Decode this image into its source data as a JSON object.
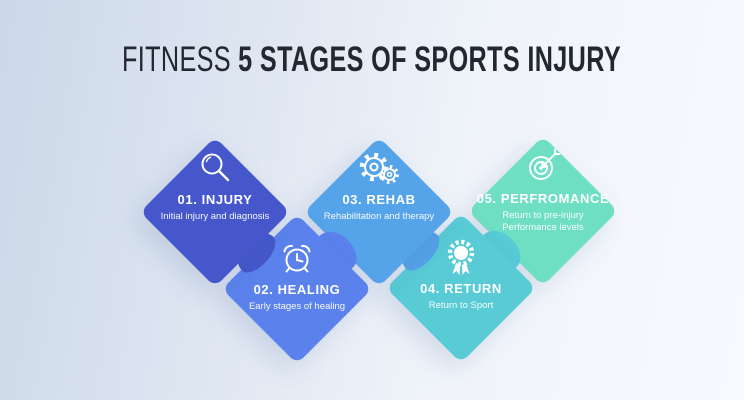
{
  "page": {
    "background_start": "#CBD8E8",
    "background_end": "#F7FAFE"
  },
  "title": {
    "prefix": "FITNESS",
    "rest": "5 STAGES OF SPORTS INJURY",
    "color": "#232830"
  },
  "stages": [
    {
      "number_label": "01. INJURY",
      "description": "Initial injury and diagnosis",
      "color": "#4557CA",
      "icon": "magnifying-glass"
    },
    {
      "number_label": "02. HEALING",
      "description": "Early stages of healing",
      "color": "#5B82EC",
      "icon": "alarm-clock"
    },
    {
      "number_label": "03. REHAB",
      "description": "Rehabilitation and therapy",
      "color": "#55A3E8",
      "icon": "gears"
    },
    {
      "number_label": "04. RETURN",
      "description": "Return to Sport",
      "color": "#58CBD5",
      "icon": "award-medal"
    },
    {
      "number_label": "05. PERFROMANCE",
      "description": "Return to pre-injury Performance levels",
      "color": "#6FDFC3",
      "icon": "target-arrow"
    }
  ]
}
